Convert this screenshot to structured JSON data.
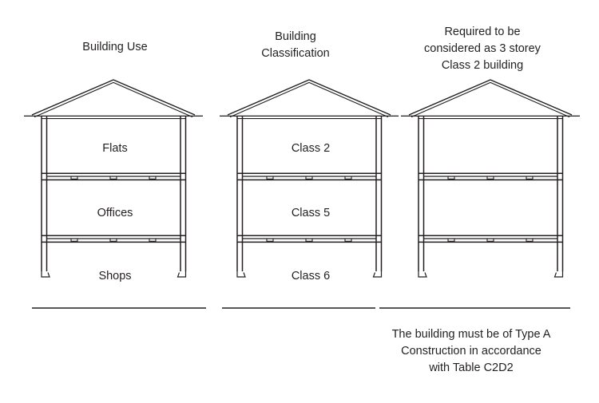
{
  "diagram": {
    "title_hidden": "",
    "background_color": "#ffffff",
    "line_color": "#231f20"
  },
  "columns": [
    {
      "id": "building-use",
      "heading": "Building Use",
      "floors": [
        {
          "level": "top",
          "label": "Flats"
        },
        {
          "level": "middle",
          "label": "Offices"
        },
        {
          "level": "bottom",
          "label": "Shops"
        }
      ]
    },
    {
      "id": "building-classification",
      "heading": "Building\nClassification",
      "floors": [
        {
          "level": "top",
          "label": "Class 2"
        },
        {
          "level": "middle",
          "label": "Class 5"
        },
        {
          "level": "bottom",
          "label": "Class 6"
        }
      ]
    },
    {
      "id": "required-classification",
      "heading": "Required to be\nconsidered as 3 storey\nClass 2 building",
      "floors": [
        {
          "level": "top",
          "label": ""
        },
        {
          "level": "middle",
          "label": ""
        },
        {
          "level": "bottom",
          "label": ""
        }
      ]
    }
  ],
  "footnote": "The building must be of Type A\nConstruction in accordance\nwith Table C2D2"
}
